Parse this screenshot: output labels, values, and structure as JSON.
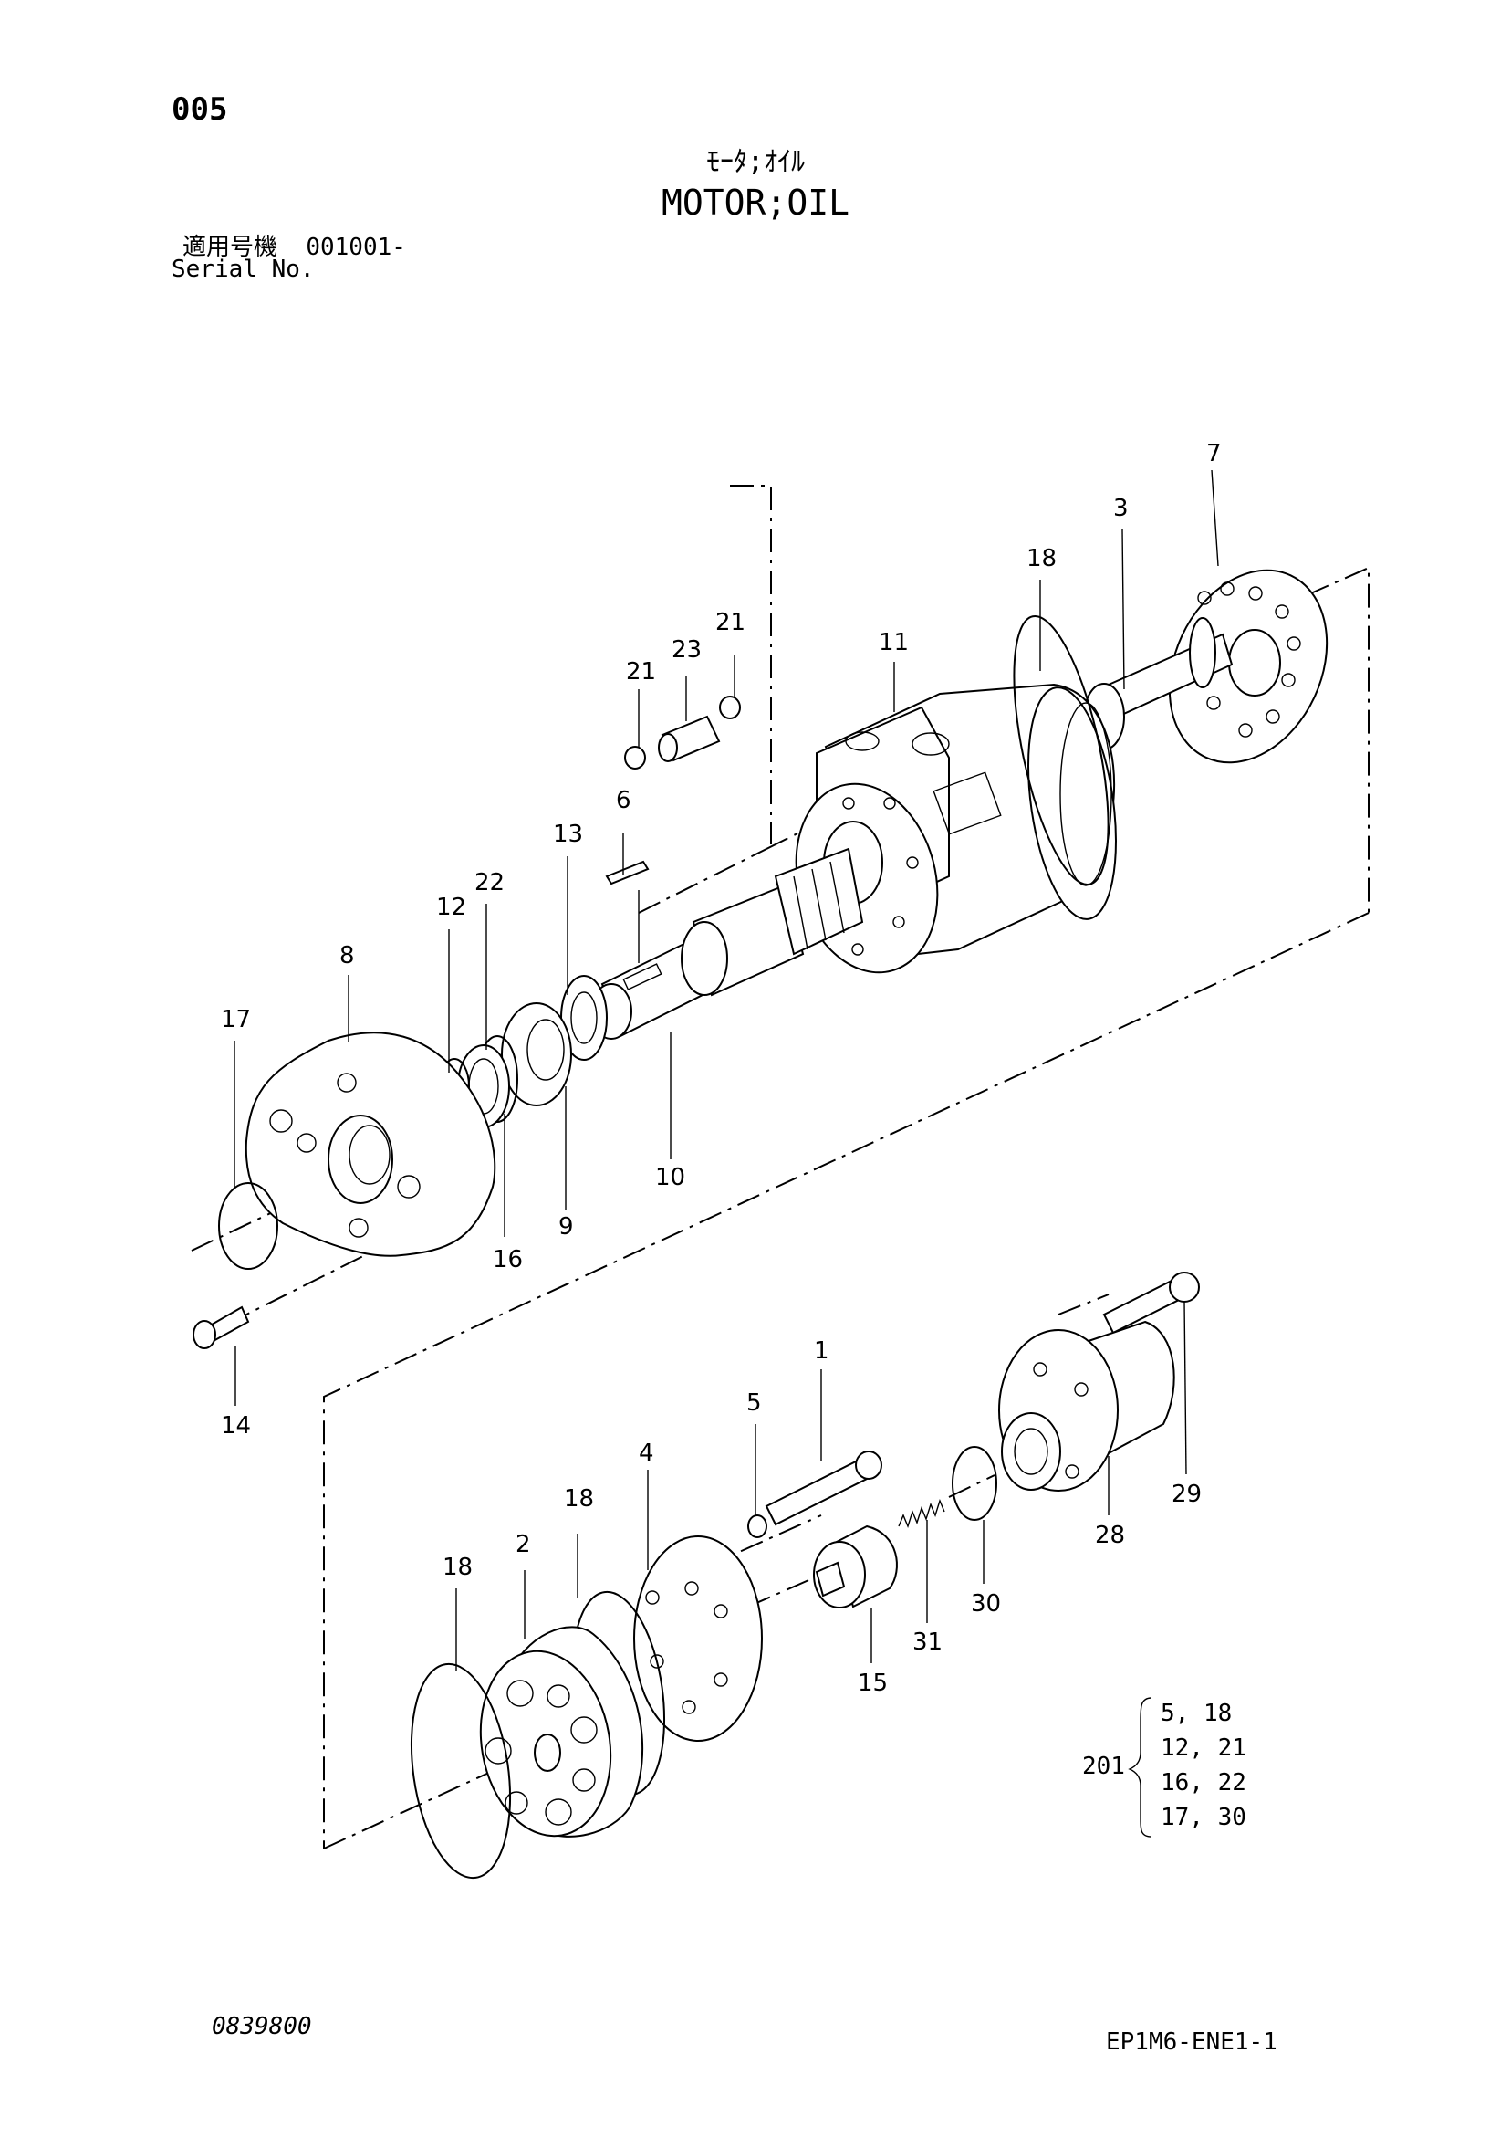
{
  "header": {
    "page_number": "005",
    "title_jp": "ﾓｰﾀ;ｵｲﾙ",
    "title_en": "MOTOR;OIL",
    "serial_label_jp": "適用号機",
    "serial_value": "001001-",
    "serial_label_en": "Serial No."
  },
  "callouts": [
    {
      "id": "c7",
      "label": "7"
    },
    {
      "id": "c3",
      "label": "3"
    },
    {
      "id": "c18a",
      "label": "18"
    },
    {
      "id": "c21a",
      "label": "21"
    },
    {
      "id": "c23",
      "label": "23"
    },
    {
      "id": "c21b",
      "label": "21"
    },
    {
      "id": "c11",
      "label": "11"
    },
    {
      "id": "c6",
      "label": "6"
    },
    {
      "id": "c13",
      "label": "13"
    },
    {
      "id": "c12",
      "label": "12"
    },
    {
      "id": "c22",
      "label": "22"
    },
    {
      "id": "c8",
      "label": "8"
    },
    {
      "id": "c17",
      "label": "17"
    },
    {
      "id": "c10",
      "label": "10"
    },
    {
      "id": "c9",
      "label": "9"
    },
    {
      "id": "c16",
      "label": "16"
    },
    {
      "id": "c14",
      "label": "14"
    },
    {
      "id": "c29",
      "label": "29"
    },
    {
      "id": "c1",
      "label": "1"
    },
    {
      "id": "c5",
      "label": "5"
    },
    {
      "id": "c4",
      "label": "4"
    },
    {
      "id": "c18b",
      "label": "18"
    },
    {
      "id": "c2",
      "label": "2"
    },
    {
      "id": "c18c",
      "label": "18"
    },
    {
      "id": "c28",
      "label": "28"
    },
    {
      "id": "c30",
      "label": "30"
    },
    {
      "id": "c31",
      "label": "31"
    },
    {
      "id": "c15",
      "label": "15"
    }
  ],
  "kit": {
    "label": "201",
    "rows": [
      "5, 18",
      "12, 21",
      "16, 22",
      "17, 30"
    ]
  },
  "footer": {
    "drawing_number": "0839800",
    "sheet_code": "EP1M6-ENE1-1"
  }
}
